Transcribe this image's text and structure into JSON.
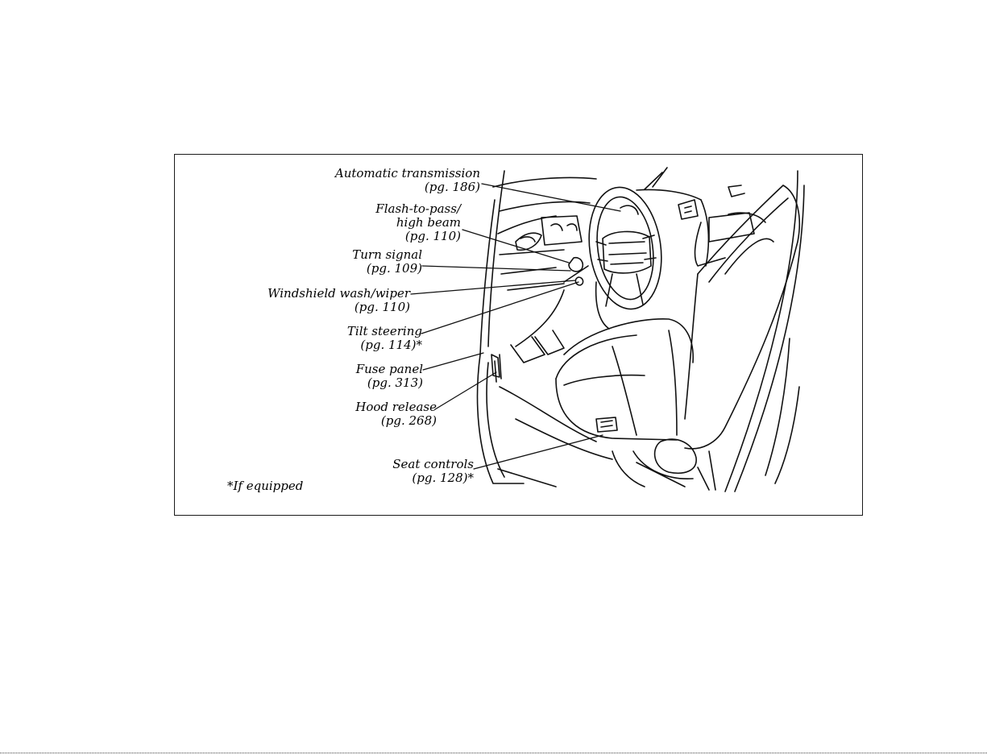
{
  "callouts": [
    {
      "id": "automatic-transmission",
      "line1": "Automatic transmission",
      "line2": "(pg. 186)"
    },
    {
      "id": "flash-to-pass",
      "line1": "Flash-to-pass/",
      "line2": "high beam",
      "line3": "(pg. 110)"
    },
    {
      "id": "turn-signal",
      "line1": "Turn signal",
      "line2": "(pg. 109)"
    },
    {
      "id": "windshield-wash-wiper",
      "line1": "Windshield wash/wiper",
      "line2": "(pg. 110)"
    },
    {
      "id": "tilt-steering",
      "line1": "Tilt steering",
      "line2": "(pg. 114)*"
    },
    {
      "id": "fuse-panel",
      "line1": "Fuse panel",
      "line2": "(pg. 313)"
    },
    {
      "id": "hood-release",
      "line1": "Hood release",
      "line2": "(pg. 268)"
    },
    {
      "id": "seat-controls",
      "line1": "Seat controls",
      "line2": "(pg. 128)*"
    }
  ],
  "footnote": "*If equipped"
}
